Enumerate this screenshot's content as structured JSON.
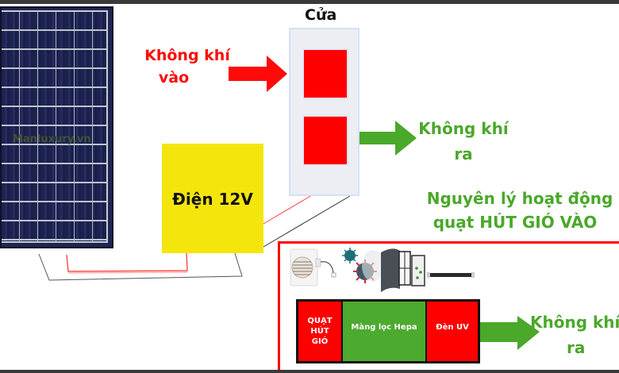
{
  "watermark": "Manluxury.vn",
  "door": {
    "title": "Cửa"
  },
  "air_in": {
    "line1": "Không khí",
    "line2": "vào"
  },
  "air_out_top": {
    "line1": "Không khí",
    "line2": "ra"
  },
  "power": {
    "label": "Điện 12V"
  },
  "principle_title": {
    "line1": "Nguyên lý hoạt động",
    "line2": "quạt HÚT GIÓ VÀO"
  },
  "components": [
    {
      "label_lines": [
        "QUẠT",
        "HÚT",
        "GIÓ"
      ],
      "color": "#ff0000"
    },
    {
      "label_lines": [
        "Màng lọc Hepa"
      ],
      "color": "#4caa2e"
    },
    {
      "label_lines": [
        "Đèn UV"
      ],
      "color": "#ff0000"
    }
  ],
  "air_out_bottom": {
    "line1": "Không khí",
    "line2": "ra"
  },
  "colors": {
    "red": "#ff0000",
    "green": "#4aa82a",
    "yellow": "#f4e60c",
    "panel_blue": "#1f2552",
    "door_bg": "#eceef3"
  }
}
